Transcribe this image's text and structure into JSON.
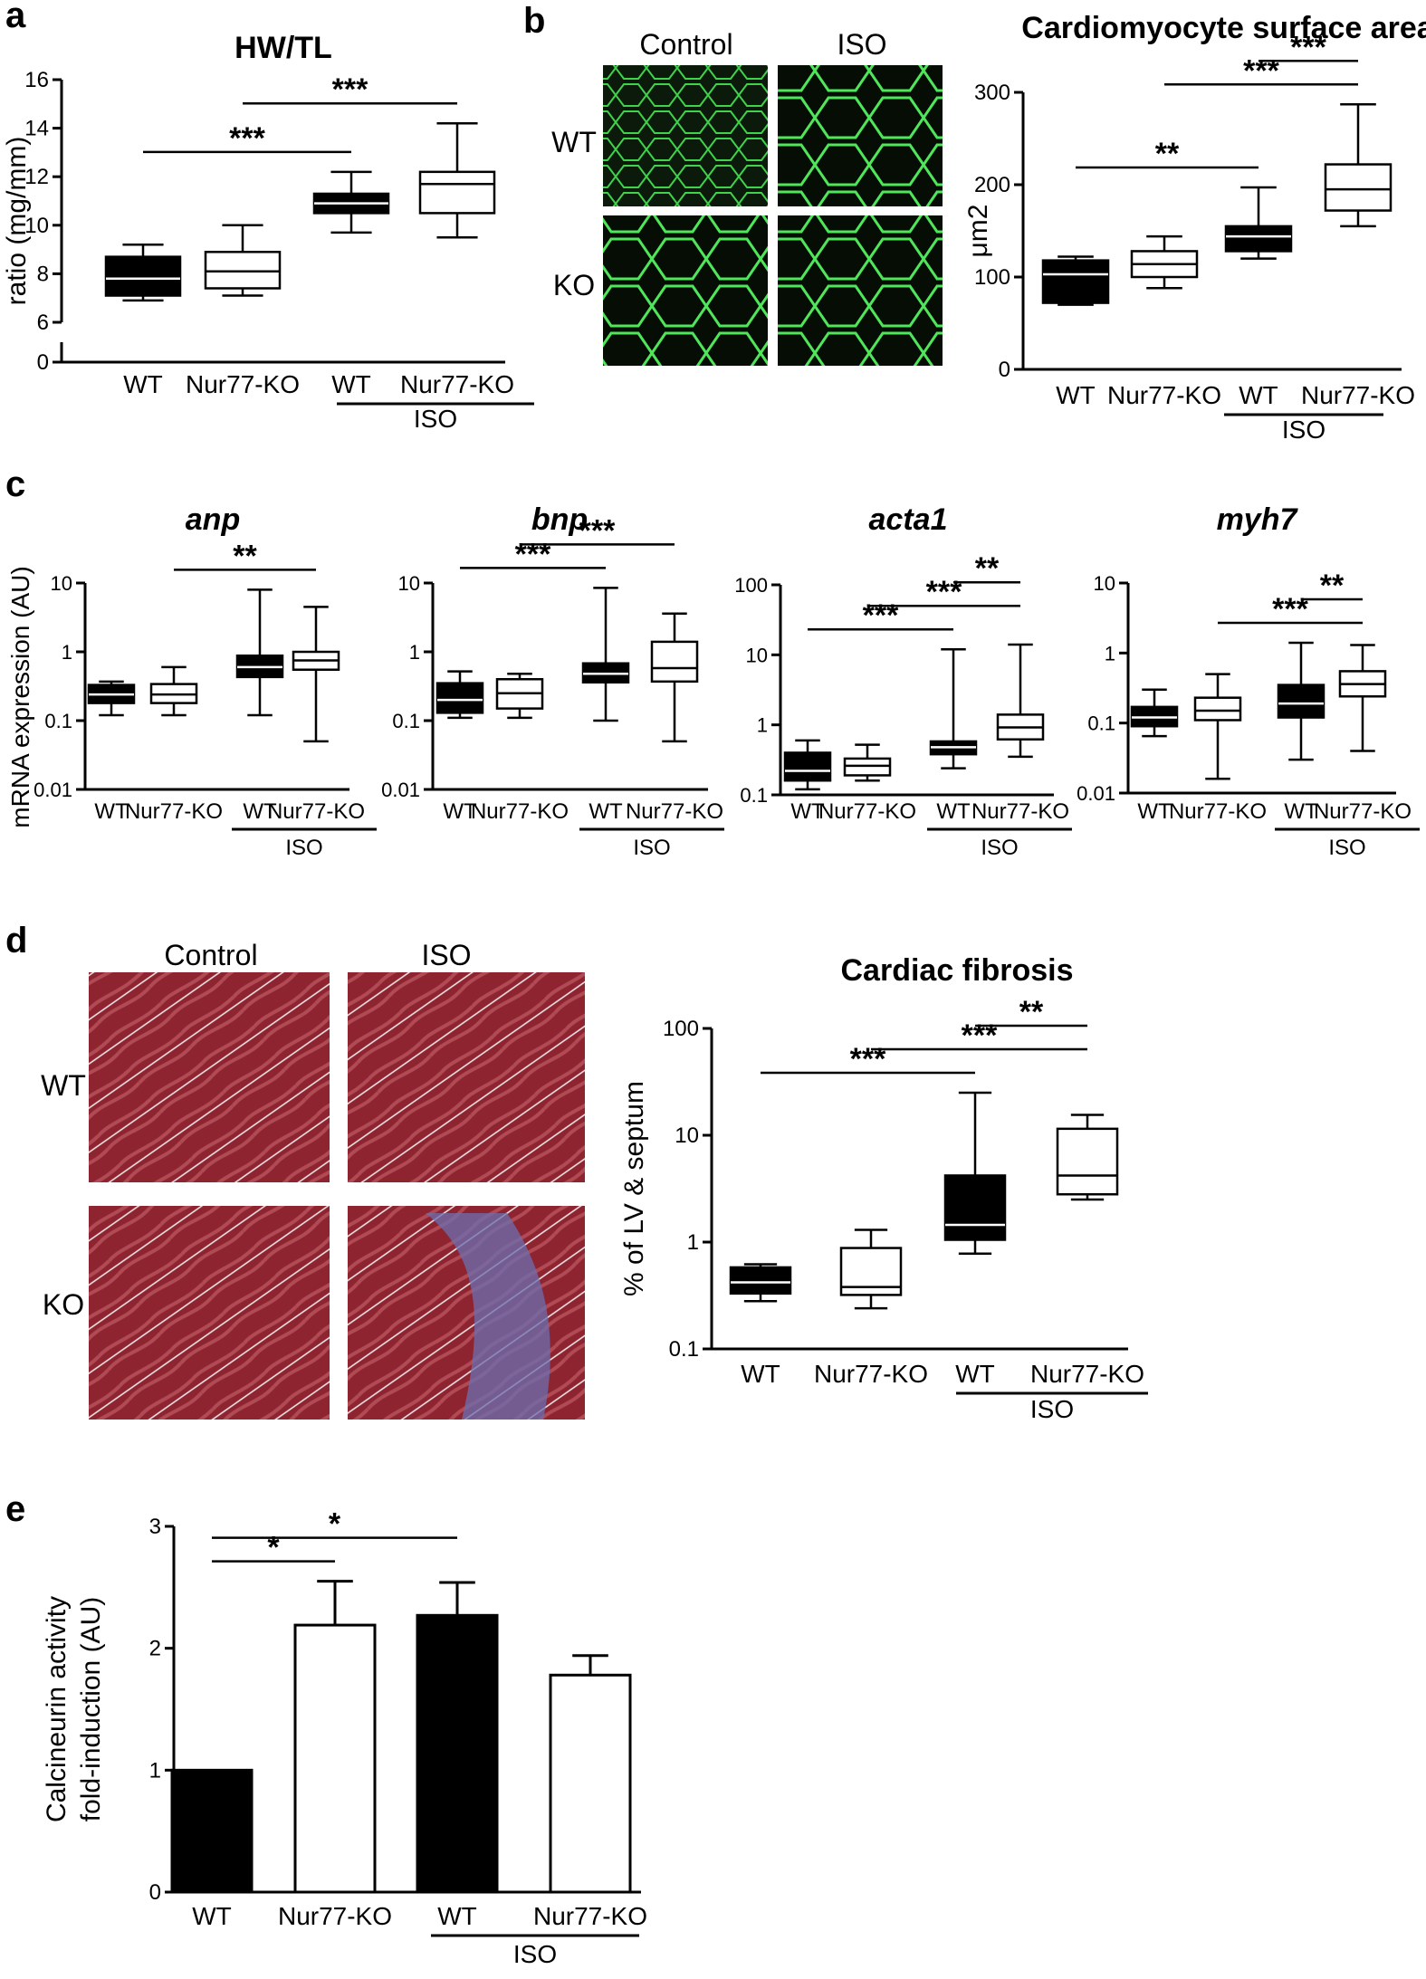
{
  "panels": {
    "a": {
      "label": "a"
    },
    "b": {
      "label": "b"
    },
    "c": {
      "label": "c"
    },
    "d": {
      "label": "d"
    },
    "e": {
      "label": "e"
    }
  },
  "micrographs": {
    "b": {
      "col_labels": [
        "Control",
        "ISO"
      ],
      "row_labels": [
        "WT",
        "KO"
      ],
      "colors": {
        "background": "#0b1a0b",
        "membrane": "#3fd24a"
      }
    },
    "d": {
      "col_labels": [
        "Control",
        "ISO"
      ],
      "row_labels": [
        "WT",
        "KO"
      ],
      "colors": {
        "tissue": "#8e2430",
        "fibrosis": "#6b6fb0",
        "gap": "#f4eef0"
      }
    }
  },
  "chart_data": [
    {
      "id": "a",
      "type": "boxplot",
      "title": "HW/TL",
      "ylabel": "ratio (mg/mm)",
      "scale": "linear",
      "ylim": [
        0,
        16
      ],
      "yticks": [
        "0",
        "6",
        "8",
        "10",
        "12",
        "14",
        "16"
      ],
      "axis_break": true,
      "categories": [
        "WT",
        "Nur77-KO",
        "WT",
        "Nur77-KO"
      ],
      "group_label": "ISO",
      "fills": [
        "#000000",
        "#ffffff",
        "#000000",
        "#ffffff"
      ],
      "boxes": [
        {
          "min": 6.9,
          "q1": 7.1,
          "median": 7.8,
          "q3": 8.7,
          "max": 9.2
        },
        {
          "min": 7.1,
          "q1": 7.4,
          "median": 8.1,
          "q3": 8.9,
          "max": 10.0
        },
        {
          "min": 9.7,
          "q1": 10.5,
          "median": 10.9,
          "q3": 11.3,
          "max": 12.2
        },
        {
          "min": 9.5,
          "q1": 10.5,
          "median": 11.7,
          "q3": 12.2,
          "max": 14.2
        }
      ],
      "significance": [
        {
          "from": 0,
          "to": 2,
          "label": "***"
        },
        {
          "from": 1,
          "to": 3,
          "label": "***"
        }
      ]
    },
    {
      "id": "b",
      "type": "boxplot",
      "title": "Cardiomyocyte surface area",
      "ylabel": "μm2",
      "scale": "linear",
      "ylim": [
        0,
        300
      ],
      "yticks": [
        "0",
        "100",
        "200",
        "300"
      ],
      "categories": [
        "WT",
        "Nur77-KO",
        "WT",
        "Nur77-KO"
      ],
      "group_label": "ISO",
      "fills": [
        "#000000",
        "#ffffff",
        "#000000",
        "#ffffff"
      ],
      "boxes": [
        {
          "min": 70,
          "q1": 72,
          "median": 103,
          "q3": 118,
          "max": 122
        },
        {
          "min": 88,
          "q1": 100,
          "median": 114,
          "q3": 128,
          "max": 144
        },
        {
          "min": 120,
          "q1": 128,
          "median": 144,
          "q3": 155,
          "max": 197
        },
        {
          "min": 155,
          "q1": 172,
          "median": 195,
          "q3": 222,
          "max": 287
        }
      ],
      "significance": [
        {
          "from": 0,
          "to": 2,
          "label": "**"
        },
        {
          "from": 1,
          "to": 3,
          "label": "***"
        },
        {
          "from": 2,
          "to": 3,
          "label": "***"
        }
      ]
    },
    {
      "id": "c1",
      "type": "boxplot",
      "title": "anp",
      "ylabel": "mRNA expression (AU)",
      "scale": "log",
      "ylim": [
        0.01,
        10
      ],
      "yticks": [
        "0.01",
        "0.1",
        "1",
        "10"
      ],
      "categories": [
        "WT",
        "Nur77-KO",
        "WT",
        "Nur77-KO"
      ],
      "group_label": "ISO",
      "fills": [
        "#000000",
        "#ffffff",
        "#000000",
        "#ffffff"
      ],
      "boxes": [
        {
          "min": 0.12,
          "q1": 0.18,
          "median": 0.24,
          "q3": 0.33,
          "max": 0.37
        },
        {
          "min": 0.12,
          "q1": 0.18,
          "median": 0.24,
          "q3": 0.34,
          "max": 0.6
        },
        {
          "min": 0.12,
          "q1": 0.43,
          "median": 0.6,
          "q3": 0.88,
          "max": 8.0
        },
        {
          "min": 0.05,
          "q1": 0.55,
          "median": 0.75,
          "q3": 1.0,
          "max": 4.5
        }
      ],
      "significance": [
        {
          "from": 1,
          "to": 3,
          "label": "**"
        }
      ]
    },
    {
      "id": "c2",
      "type": "boxplot",
      "title": "bnp",
      "ylabel": "",
      "scale": "log",
      "ylim": [
        0.01,
        10
      ],
      "yticks": [
        "0.01",
        "0.1",
        "1",
        "10"
      ],
      "categories": [
        "WT",
        "Nur77-KO",
        "WT",
        "Nur77-KO"
      ],
      "group_label": "ISO",
      "fills": [
        "#000000",
        "#ffffff",
        "#000000",
        "#ffffff"
      ],
      "boxes": [
        {
          "min": 0.11,
          "q1": 0.13,
          "median": 0.2,
          "q3": 0.35,
          "max": 0.52
        },
        {
          "min": 0.11,
          "q1": 0.15,
          "median": 0.25,
          "q3": 0.4,
          "max": 0.48
        },
        {
          "min": 0.1,
          "q1": 0.36,
          "median": 0.48,
          "q3": 0.68,
          "max": 8.5
        },
        {
          "min": 0.05,
          "q1": 0.37,
          "median": 0.58,
          "q3": 1.4,
          "max": 3.6
        }
      ],
      "significance": [
        {
          "from": 0,
          "to": 2,
          "label": "***"
        },
        {
          "from": 1,
          "to": 3,
          "label": "***"
        }
      ]
    },
    {
      "id": "c3",
      "type": "boxplot",
      "title": "acta1",
      "ylabel": "",
      "scale": "log",
      "ylim": [
        0.1,
        100
      ],
      "yticks": [
        "0.1",
        "1",
        "10",
        "100"
      ],
      "categories": [
        "WT",
        "Nur77-KO",
        "WT",
        "Nur77-KO"
      ],
      "group_label": "ISO",
      "fills": [
        "#000000",
        "#ffffff",
        "#000000",
        "#ffffff"
      ],
      "boxes": [
        {
          "min": 0.12,
          "q1": 0.16,
          "median": 0.22,
          "q3": 0.4,
          "max": 0.6
        },
        {
          "min": 0.16,
          "q1": 0.19,
          "median": 0.26,
          "q3": 0.33,
          "max": 0.52
        },
        {
          "min": 0.24,
          "q1": 0.38,
          "median": 0.48,
          "q3": 0.58,
          "max": 12
        },
        {
          "min": 0.35,
          "q1": 0.62,
          "median": 0.92,
          "q3": 1.4,
          "max": 14
        }
      ],
      "significance": [
        {
          "from": 0,
          "to": 2,
          "label": "***"
        },
        {
          "from": 1,
          "to": 3,
          "label": "***"
        },
        {
          "from": 2,
          "to": 3,
          "label": "**"
        }
      ]
    },
    {
      "id": "c4",
      "type": "boxplot",
      "title": "myh7",
      "ylabel": "",
      "scale": "log",
      "ylim": [
        0.01,
        10
      ],
      "yticks": [
        "0.01",
        "0.1",
        "1",
        "10"
      ],
      "categories": [
        "WT",
        "Nur77-KO",
        "WT",
        "Nur77-KO"
      ],
      "group_label": "ISO",
      "fills": [
        "#000000",
        "#ffffff",
        "#000000",
        "#ffffff"
      ],
      "boxes": [
        {
          "min": 0.065,
          "q1": 0.09,
          "median": 0.12,
          "q3": 0.17,
          "max": 0.3
        },
        {
          "min": 0.016,
          "q1": 0.11,
          "median": 0.15,
          "q3": 0.23,
          "max": 0.5
        },
        {
          "min": 0.03,
          "q1": 0.12,
          "median": 0.19,
          "q3": 0.35,
          "max": 1.4
        },
        {
          "min": 0.04,
          "q1": 0.24,
          "median": 0.36,
          "q3": 0.55,
          "max": 1.3
        }
      ],
      "significance": [
        {
          "from": 1,
          "to": 3,
          "label": "***"
        },
        {
          "from": 2,
          "to": 3,
          "label": "**"
        }
      ]
    },
    {
      "id": "d",
      "type": "boxplot",
      "title": "Cardiac fibrosis",
      "ylabel": "% of LV & septum",
      "scale": "log",
      "ylim": [
        0.1,
        100
      ],
      "yticks": [
        "0.1",
        "1",
        "10",
        "100"
      ],
      "categories": [
        "WT",
        "Nur77-KO",
        "WT",
        "Nur77-KO"
      ],
      "group_label": "ISO",
      "fills": [
        "#000000",
        "#ffffff",
        "#000000",
        "#ffffff"
      ],
      "boxes": [
        {
          "min": 0.28,
          "q1": 0.33,
          "median": 0.42,
          "q3": 0.58,
          "max": 0.62
        },
        {
          "min": 0.24,
          "q1": 0.32,
          "median": 0.38,
          "q3": 0.88,
          "max": 1.3
        },
        {
          "min": 0.78,
          "q1": 1.05,
          "median": 1.45,
          "q3": 4.2,
          "max": 25
        },
        {
          "min": 2.5,
          "q1": 2.8,
          "median": 4.2,
          "q3": 11.5,
          "max": 15.5
        }
      ],
      "significance": [
        {
          "from": 0,
          "to": 2,
          "label": "***"
        },
        {
          "from": 1,
          "to": 3,
          "label": "***"
        },
        {
          "from": 2,
          "to": 3,
          "label": "**"
        }
      ]
    },
    {
      "id": "e",
      "type": "bar",
      "title": "",
      "ylabel": [
        "Calcineurin activity",
        "fold-induction (AU)"
      ],
      "scale": "linear",
      "ylim": [
        0,
        3
      ],
      "yticks": [
        "0",
        "1",
        "2",
        "3"
      ],
      "categories": [
        "WT",
        "Nur77-KO",
        "WT",
        "Nur77-KO"
      ],
      "group_label": "ISO",
      "fills": [
        "#000000",
        "#ffffff",
        "#000000",
        "#ffffff"
      ],
      "values": [
        1.0,
        2.19,
        2.27,
        1.78
      ],
      "errors": [
        0.0,
        0.36,
        0.27,
        0.16
      ],
      "significance": [
        {
          "from": 0,
          "to": 1,
          "label": "*"
        },
        {
          "from": 0,
          "to": 2,
          "label": "*"
        }
      ]
    }
  ]
}
